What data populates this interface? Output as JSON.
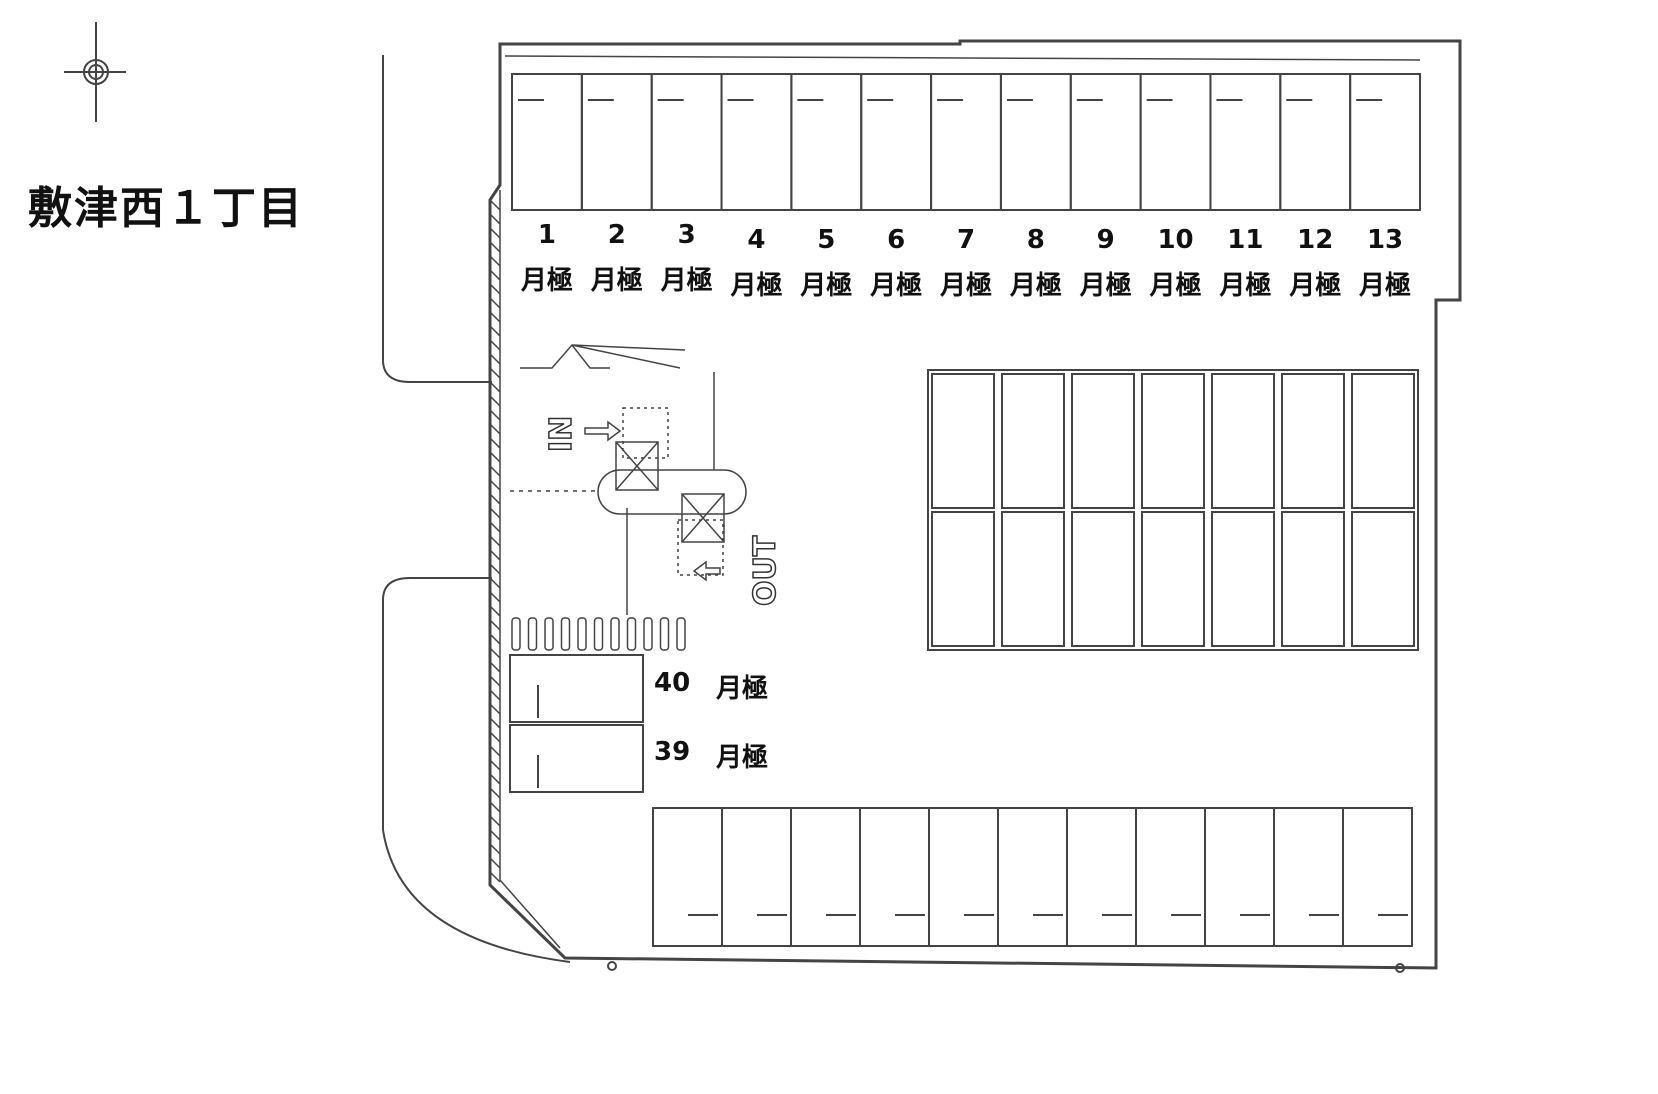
{
  "title": "敷津西１丁目",
  "compass": {
    "icon": "north-arrow-icon"
  },
  "top_row": {
    "spaces": [
      {
        "number": "1",
        "status": "月極"
      },
      {
        "number": "2",
        "status": "月極"
      },
      {
        "number": "3",
        "status": "月極"
      },
      {
        "number": "4",
        "status": "月極"
      },
      {
        "number": "5",
        "status": "月極"
      },
      {
        "number": "6",
        "status": "月極"
      },
      {
        "number": "7",
        "status": "月極"
      },
      {
        "number": "8",
        "status": "月極"
      },
      {
        "number": "9",
        "status": "月極"
      },
      {
        "number": "10",
        "status": "月極"
      },
      {
        "number": "11",
        "status": "月極"
      },
      {
        "number": "12",
        "status": "月極"
      },
      {
        "number": "13",
        "status": "月極"
      }
    ]
  },
  "left_spaces": [
    {
      "number": "40",
      "status": "月極"
    },
    {
      "number": "39",
      "status": "月極"
    }
  ],
  "gates": {
    "in_label": "IN",
    "out_label": "OUT"
  },
  "center_block": {
    "columns": 7,
    "rows": 2
  },
  "bottom_row": {
    "count": 11
  }
}
